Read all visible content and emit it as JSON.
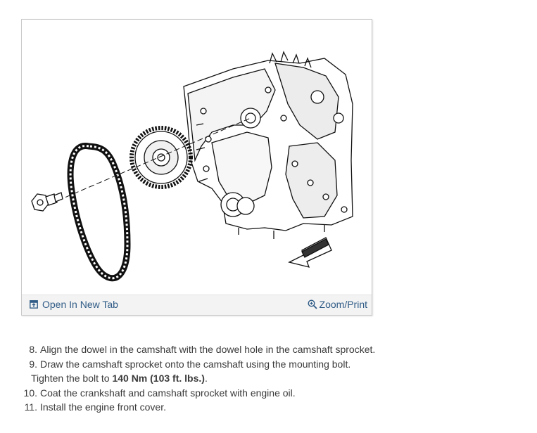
{
  "figure": {
    "open_tab_label": "Open In New Tab",
    "zoom_print_label": "Zoom/Print",
    "open_tab_icon": "open-external-icon",
    "zoom_icon": "zoom-in-icon",
    "link_color": "#2f5b86"
  },
  "steps": [
    {
      "num": "8.",
      "text": "Align the dowel in the camshaft with the dowel hole in the camshaft sprocket."
    },
    {
      "num": "9.",
      "text": "Draw the camshaft sprocket onto the camshaft using the mounting bolt."
    },
    {
      "num": "10.",
      "text": "Coat the crankshaft and camshaft sprocket with engine oil."
    },
    {
      "num": "11.",
      "text": "Install the engine front cover."
    }
  ],
  "torque_note": {
    "prefix": "Tighten the bolt to ",
    "value": "140 Nm (103 ft. lbs.)",
    "suffix": "."
  }
}
